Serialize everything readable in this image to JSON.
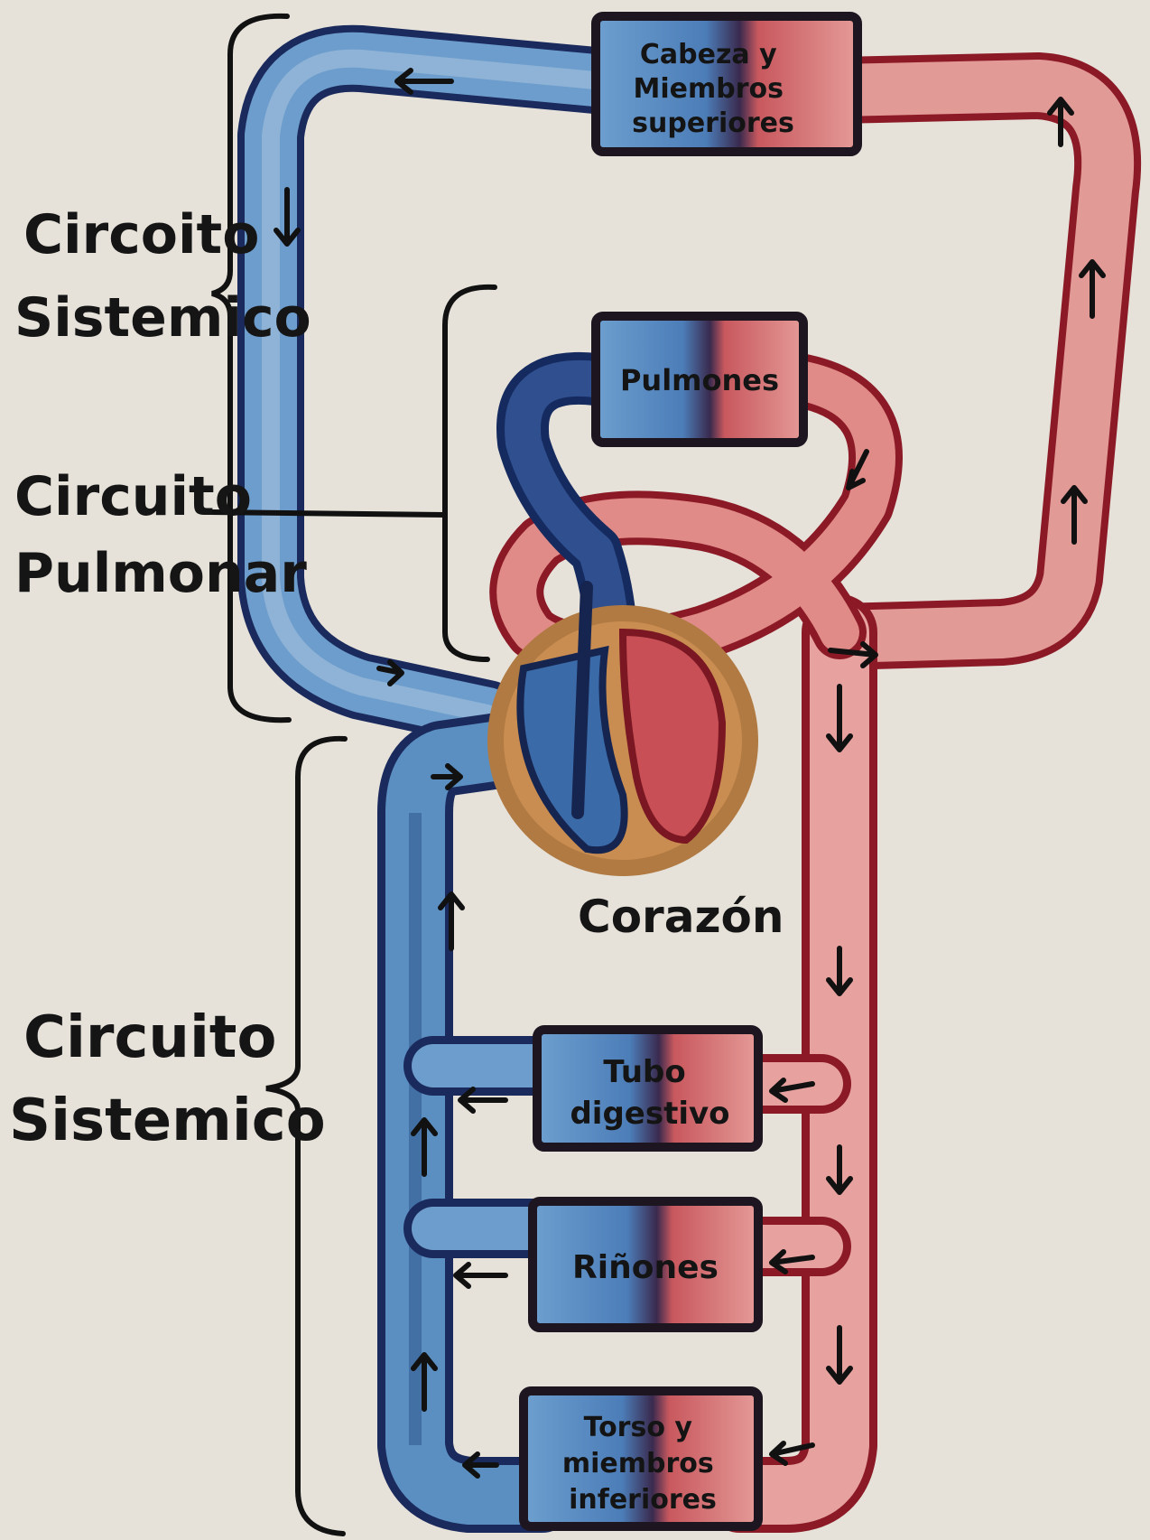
{
  "labels": {
    "systemic_top": [
      "Circoito",
      "Sistemico"
    ],
    "pulmonary": [
      "Circuito",
      "Pulmonar"
    ],
    "systemic_bottom": [
      "Circuito",
      "Sistemico"
    ],
    "heart": "Corazón"
  },
  "organs": {
    "head": [
      "Cabeza y",
      "Miembros",
      "superiores"
    ],
    "lungs": [
      "Pulmones"
    ],
    "digestive": [
      "Tubo",
      "digestivo"
    ],
    "kidneys": [
      "Riñones"
    ],
    "trunk": [
      "Torso y",
      "miembros",
      "inferiores"
    ]
  },
  "colors": {
    "paper": "#e6e2da",
    "vein_blue": "#5b8fc2",
    "vein_light": "#a9c4de",
    "vein_dark": "#2a4f86",
    "artery_red": "#d9676a",
    "artery_light": "#eaa6a2",
    "outline_red": "#8c1a26",
    "outline_blue": "#1a2a5c",
    "heart_shell": "#b07a42",
    "ink": "#151515"
  }
}
